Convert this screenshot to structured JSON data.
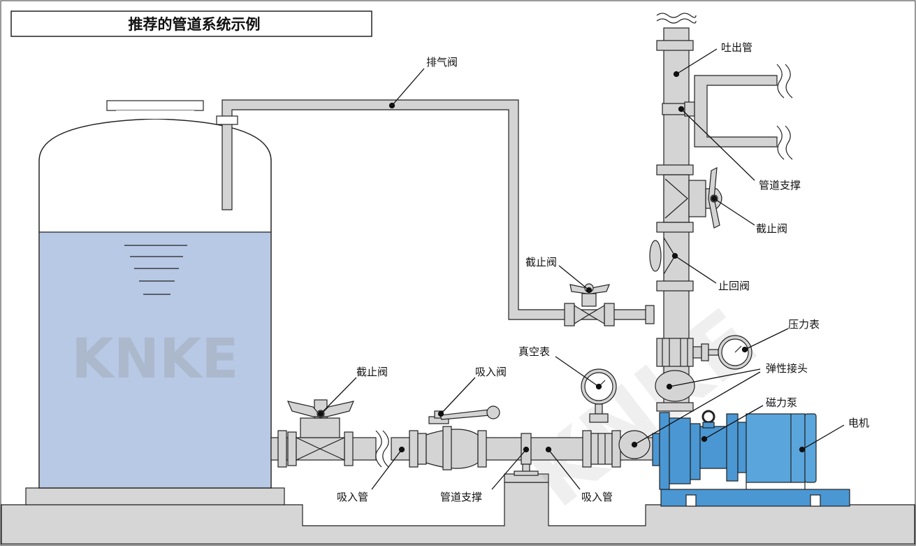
{
  "title": "推荐的管道系统示例",
  "watermark": "KNKE",
  "labels": {
    "vent_valve": "排气阀",
    "discharge_pipe": "吐出管",
    "pipe_support_top": "管道支撑",
    "stop_valve_right": "截止阀",
    "check_valve": "止回阀",
    "stop_valve_mid": "截止阀",
    "pressure_gauge": "压力表",
    "flex_joint": "弹性接头",
    "vacuum_gauge": "真空表",
    "stop_valve_left": "截止阀",
    "suction_valve": "吸入阀",
    "mag_pump": "磁力泵",
    "motor": "电机",
    "suction_pipe_left": "吸入管",
    "pipe_support_bottom": "管道支撑",
    "suction_pipe_right": "吸入管"
  },
  "colors": {
    "water": "#b8c9e6",
    "pipe": "#d4d4d4",
    "pump": "#4a97d3",
    "motor": "#5aa6dc",
    "ground": "#d6d6d6",
    "line": "#222222"
  }
}
